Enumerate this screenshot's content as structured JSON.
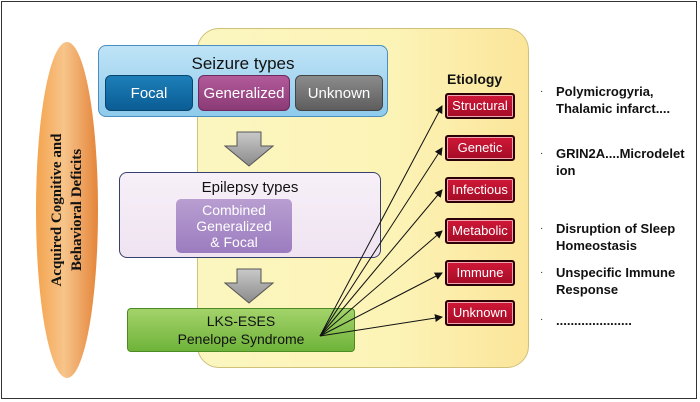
{
  "left_label": [
    "Acquired Cognitive and",
    "Behavioral Deficits"
  ],
  "seizure": {
    "title": "Seizure types",
    "types": [
      "Focal",
      "Generalized",
      "Unknown"
    ]
  },
  "epilepsy": {
    "title": "Epilepsy types",
    "combined": [
      "Combined",
      "Generalized",
      "& Focal"
    ]
  },
  "syndrome": [
    "LKS-ESES",
    "Penelope Syndrome"
  ],
  "etiology": {
    "title": "Etiology",
    "items": [
      "Structural",
      "Genetic",
      "Infectious",
      "Metabolic",
      "Immune",
      "Unknown"
    ]
  },
  "notes": [
    [
      "Polymicrogyria,",
      "Thalamic infarct...."
    ],
    [
      "GRIN2A....Microdelet",
      "ion"
    ],
    [
      "Disruption of Sleep",
      "Homeostasis"
    ],
    [
      "Unspecific Immune",
      "Response"
    ],
    [
      "....................."
    ]
  ],
  "bullet_char": "·",
  "colors": {
    "ellipse": "#f4a44e",
    "panel": "#fcf3b6",
    "seizure_box": "#8fcbec",
    "focal": "#0b5d95",
    "generalized": "#8a3b76",
    "unknown": "#5e5e5e",
    "combined": "#9b7cbf",
    "syndrome": "#6fb33a",
    "etiology_box": "#c0102e"
  }
}
